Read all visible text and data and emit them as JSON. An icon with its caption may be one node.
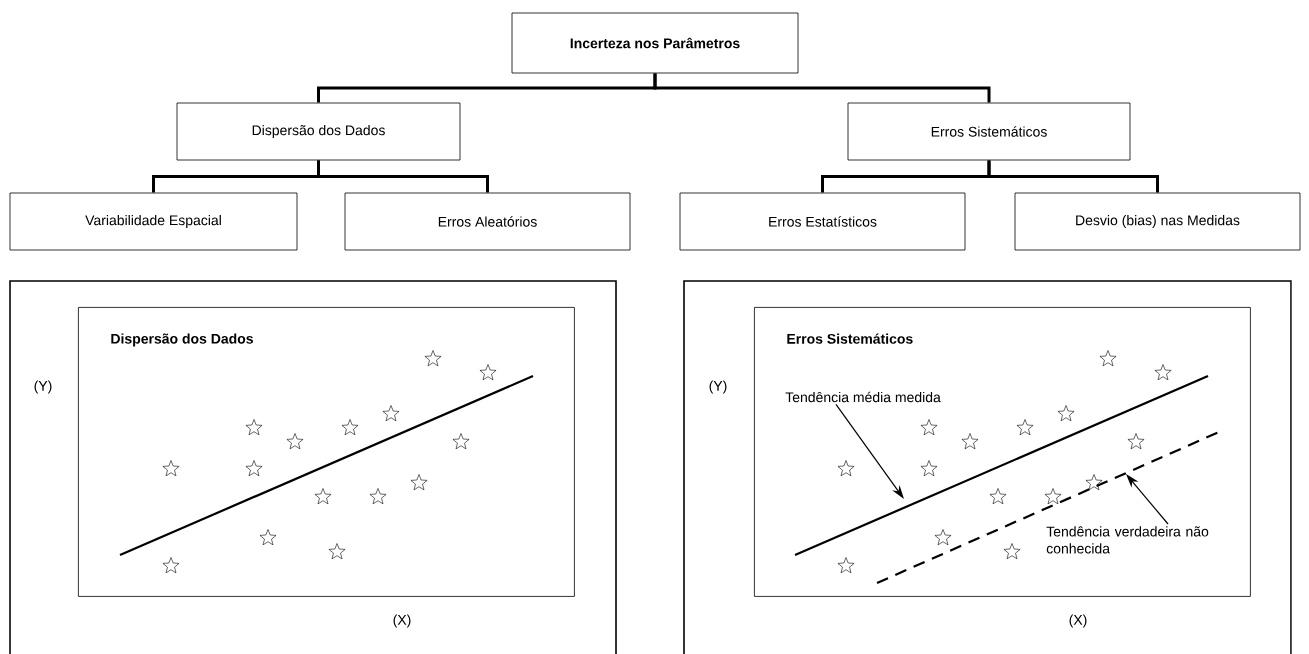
{
  "diagram": {
    "nodes": [
      {
        "text": [
          "Incerteza nos Parâmetros"
        ]
      },
      {
        "text": [
          "Dispersão dos Dados"
        ]
      },
      {
        "text": [
          "Erros Sistemáticos"
        ]
      },
      {
        "text": [
          "Variabilidade Espacial"
        ]
      },
      {
        "text": [
          "Erros Aleatórios"
        ]
      },
      {
        "text": [
          "Erros Estatísticos"
        ]
      },
      {
        "text": [
          "Desvio (bias) nas Medidas"
        ]
      },
      {
        "text": [],
        "shape": "box"
      },
      {
        "text": [
          "Dispersão dos Dados"
        ],
        "in": 7
      },
      {
        "text": [],
        "shape": "box"
      },
      {
        "text": [
          "Erros Sistemáticos"
        ],
        "in": 9
      },
      {
        "text": [
          "Tendência média medida"
        ],
        "in": 10
      },
      {
        "text": [
          "Tendência verdadeira não conhecida"
        ],
        "in": 10
      }
    ],
    "edges": [
      {
        "from": 0,
        "to": 1,
        "arrow": "none"
      },
      {
        "from": 0,
        "to": 2,
        "arrow": "none"
      },
      {
        "from": 1,
        "to": 3,
        "arrow": "none"
      },
      {
        "from": 1,
        "to": 4,
        "arrow": "none"
      },
      {
        "from": 2,
        "to": 5,
        "arrow": "none"
      },
      {
        "from": 2,
        "to": 6,
        "arrow": "none"
      },
      {
        "from": 11,
        "to": null,
        "arrow": "to"
      },
      {
        "from": 12,
        "to": null,
        "arrow": "to"
      }
    ],
    "labels": [
      "(Y)",
      "(X)",
      "(Y)",
      "(X)"
    ]
  }
}
